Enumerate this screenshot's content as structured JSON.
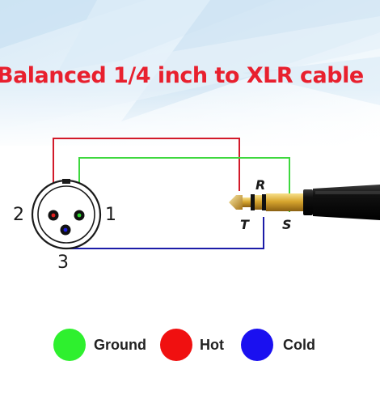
{
  "title": "Balanced 1/4 inch to XLR cable",
  "xlr": {
    "pins": [
      "2",
      "1",
      "3"
    ]
  },
  "plug": {
    "labels": [
      "R",
      "T",
      "S"
    ]
  },
  "legend": [
    {
      "label": "Ground",
      "color": "#2ef02e"
    },
    {
      "label": "Hot",
      "color": "#f01010"
    },
    {
      "label": "Cold",
      "color": "#1a10f0"
    }
  ],
  "colors": {
    "title": "#e8202e",
    "ground": "#3ed83e",
    "hot": "#d21a2a",
    "cold": "#1c1ca8"
  }
}
